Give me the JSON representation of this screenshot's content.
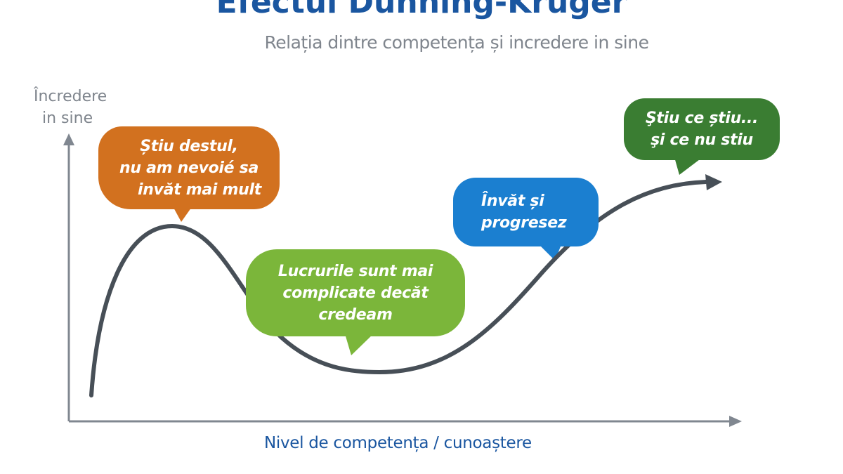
{
  "title": "Efectul Dunning-Kruger",
  "subtitle": "Relația dintre competența și incredere in sine",
  "axes": {
    "y_label_line1": "Încredere",
    "y_label_line2": "in sine",
    "x_label": "Nivel de competența / cunoaștere",
    "color": "#808790"
  },
  "curve_color": "#474f57",
  "bubbles": [
    {
      "lines": [
        "Știu destul,",
        "nu am nevoié sa",
        "invăt mai mult"
      ],
      "color": "#d2711f"
    },
    {
      "lines": [
        "Lucrurile sunt mai",
        "complicate decăt",
        "credeam"
      ],
      "color": "#7bb63a"
    },
    {
      "lines": [
        "Învăt și",
        "progresez"
      ],
      "color": "#1b7fd0"
    },
    {
      "lines": [
        "Ştiu ce știu...",
        "şi ce nu stiu"
      ],
      "color": "#3a7d32"
    }
  ]
}
